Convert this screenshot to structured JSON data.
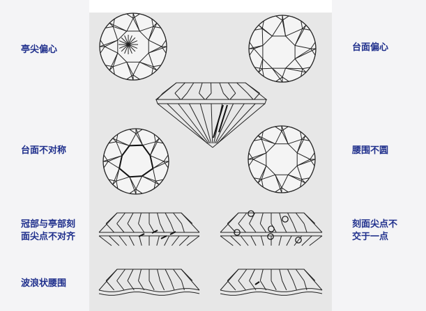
{
  "labels": {
    "pavilion_off_center": "亭尖偏心",
    "table_off_center": "台面偏心",
    "table_asymmetric": "台面不对称",
    "girdle_not_round": "腰围不圆",
    "crown_pavilion_misaligned": [
      "冠部与亭部刻",
      "面尖点不对齐"
    ],
    "facet_points_not_meeting": [
      "刻面尖点不",
      "交于一点"
    ],
    "wavy_girdle": "波浪状腰围"
  },
  "colors": {
    "label_text": "#1f2f8c",
    "panel_background": "#e7e7e7",
    "page_background": "#ffffff",
    "line": "#222222"
  }
}
